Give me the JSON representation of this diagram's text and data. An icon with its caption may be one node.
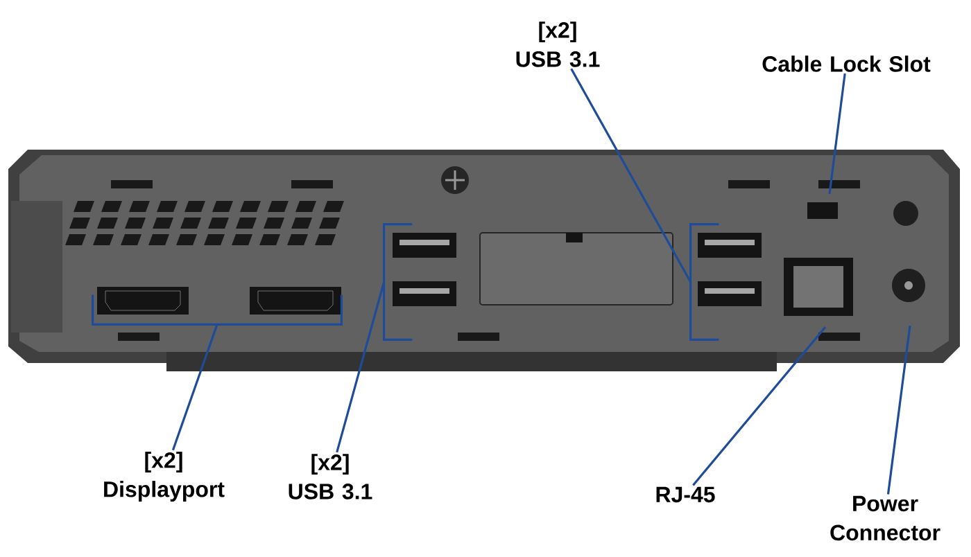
{
  "diagram": {
    "nodes": [
      {
        "text": [
          "[x2] USB 3.1"
        ]
      },
      {
        "text": [
          "Cable Lock Slot"
        ]
      },
      {
        "text": [
          "[x2] Displayport"
        ]
      },
      {
        "text": [
          "[x2] USB 3.1"
        ]
      },
      {
        "text": [
          "RJ-45"
        ]
      },
      {
        "text": [
          "Power Connector"
        ]
      },
      {
        "text": [],
        "shape": "bracket"
      },
      {
        "text": [],
        "shape": "bracket"
      },
      {
        "text": [],
        "shape": "bracket"
      }
    ],
    "edges": [
      {
        "from": 0,
        "to": 8,
        "arrow": "none"
      },
      {
        "from": 1,
        "to": null,
        "arrow": "none"
      },
      {
        "from": 2,
        "to": 6,
        "arrow": "none"
      },
      {
        "from": 3,
        "to": 7,
        "arrow": "none"
      },
      {
        "from": 4,
        "to": null,
        "arrow": "none"
      },
      {
        "from": 5,
        "to": null,
        "arrow": "none"
      }
    ]
  }
}
